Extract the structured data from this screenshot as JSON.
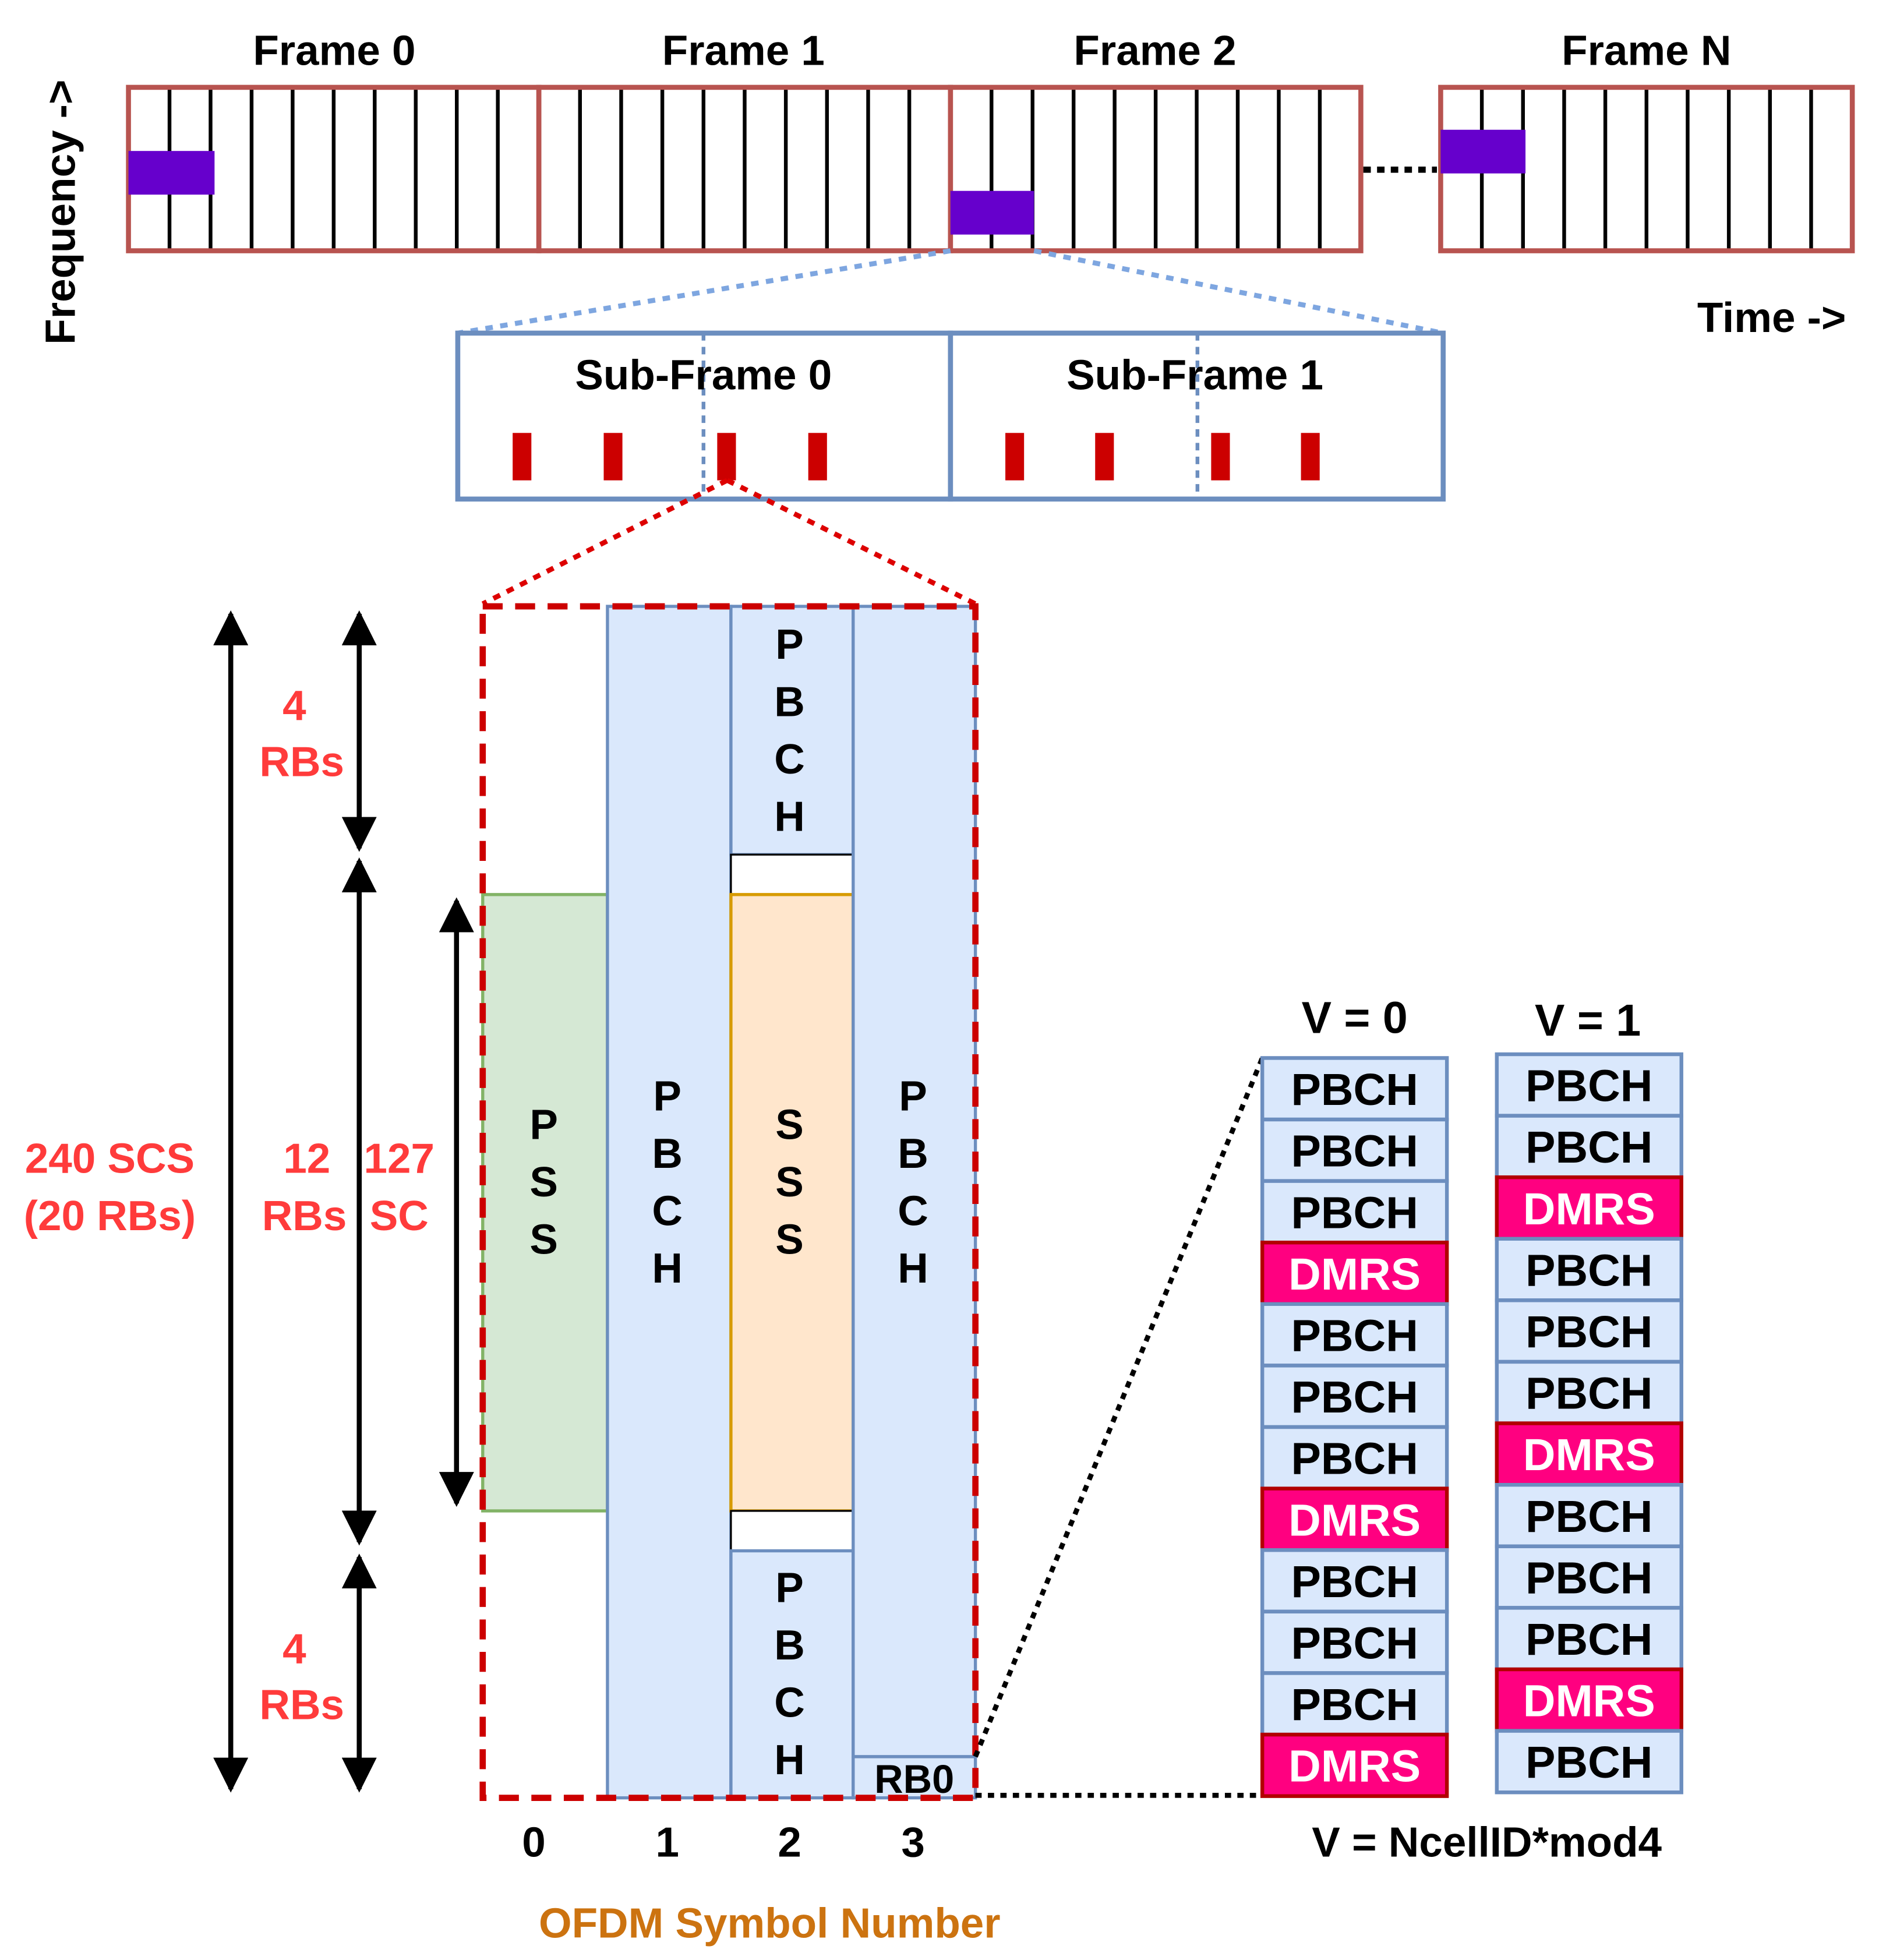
{
  "frames": {
    "labels": [
      "Frame 0",
      "Frame 1",
      "Frame 2",
      "Frame N"
    ],
    "axis_frequency": "Frequency ->",
    "axis_time": "Time ->",
    "ellipsis": "......"
  },
  "subframes": {
    "labels": [
      "Sub-Frame 0",
      "Sub-Frame 1"
    ]
  },
  "ssb": {
    "pbch_short": "PBCH",
    "pss": "PSS",
    "sss": "SSS",
    "rb0": "RB0",
    "dim_total_1": "240 SCS",
    "dim_total_2": "(20 RBs)",
    "dim_top_1": "4",
    "dim_top_2": "RBs",
    "dim_mid_1": "12",
    "dim_mid_2": "RBs",
    "dim_sc_1": "127",
    "dim_sc_2": "SC",
    "dim_bot_1": "4",
    "dim_bot_2": "RBs",
    "symbols": [
      "0",
      "1",
      "2",
      "3"
    ],
    "x_axis_title": "OFDM Symbol Number"
  },
  "dmrs": {
    "v0_title": "V = 0",
    "v1_title": "V = 1",
    "formula": "V = NcellID*mod4",
    "v0_cells": [
      "PBCH",
      "PBCH",
      "PBCH",
      "DMRS",
      "PBCH",
      "PBCH",
      "PBCH",
      "DMRS",
      "PBCH",
      "PBCH",
      "PBCH",
      "DMRS"
    ],
    "v1_cells": [
      "PBCH",
      "PBCH",
      "DMRS",
      "PBCH",
      "PBCH",
      "PBCH",
      "DMRS",
      "PBCH",
      "PBCH",
      "PBCH",
      "DMRS",
      "PBCH"
    ]
  },
  "colors": {
    "frame_border": "#b85450",
    "subframe_border": "#6c8ebf",
    "ssb_marker": "#6600cc",
    "subframe_marker": "#cc0000",
    "pss_fill": "#d5e8d4",
    "pss_border": "#82b366",
    "sss_fill": "#ffe6cc",
    "sss_border": "#d79b00",
    "pbch_fill": "#dae8fc",
    "dmrs_fill": "#ff0080",
    "dmrs_border": "#b20000",
    "annotation_red": "#ff3b3b",
    "axis_orange": "#cc7310"
  }
}
